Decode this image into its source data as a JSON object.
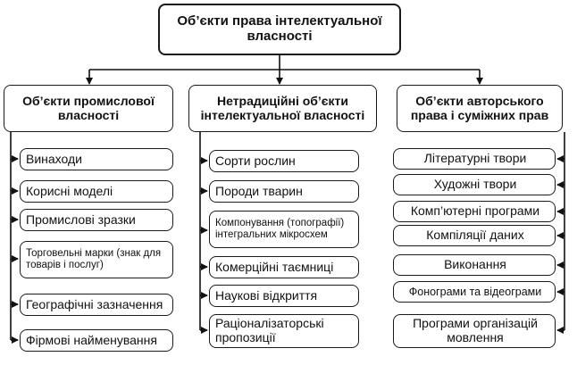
{
  "root": {
    "title": "Об’єкти права інтелектуальної власності"
  },
  "categories": [
    {
      "title": "Об’єкти промислової власності",
      "items": [
        "Винаходи",
        "Корисні моделі",
        "Промислові зразки",
        "Торговельні марки (знак для товарів і послуг)",
        "Географічні зазначення",
        "Фірмові найменування"
      ]
    },
    {
      "title": "Нетрадиційні об’єкти інтелектуальної власності",
      "items": [
        "Сорти рослин",
        "Породи тварин",
        "Компонування (топографії) інтегральних мікросхем",
        "Комерційні таємниці",
        "Наукові відкриття",
        "Раціоналізаторські пропозиції"
      ]
    },
    {
      "title": "Об’єкти авторського права і суміжних прав",
      "items": [
        "Літературні твори",
        "Художні твори",
        "Комп’ютерні програми",
        "Компіляції даних",
        "Виконання",
        "Фонограми та відеограми",
        "Програми організацій мовлення"
      ]
    }
  ]
}
